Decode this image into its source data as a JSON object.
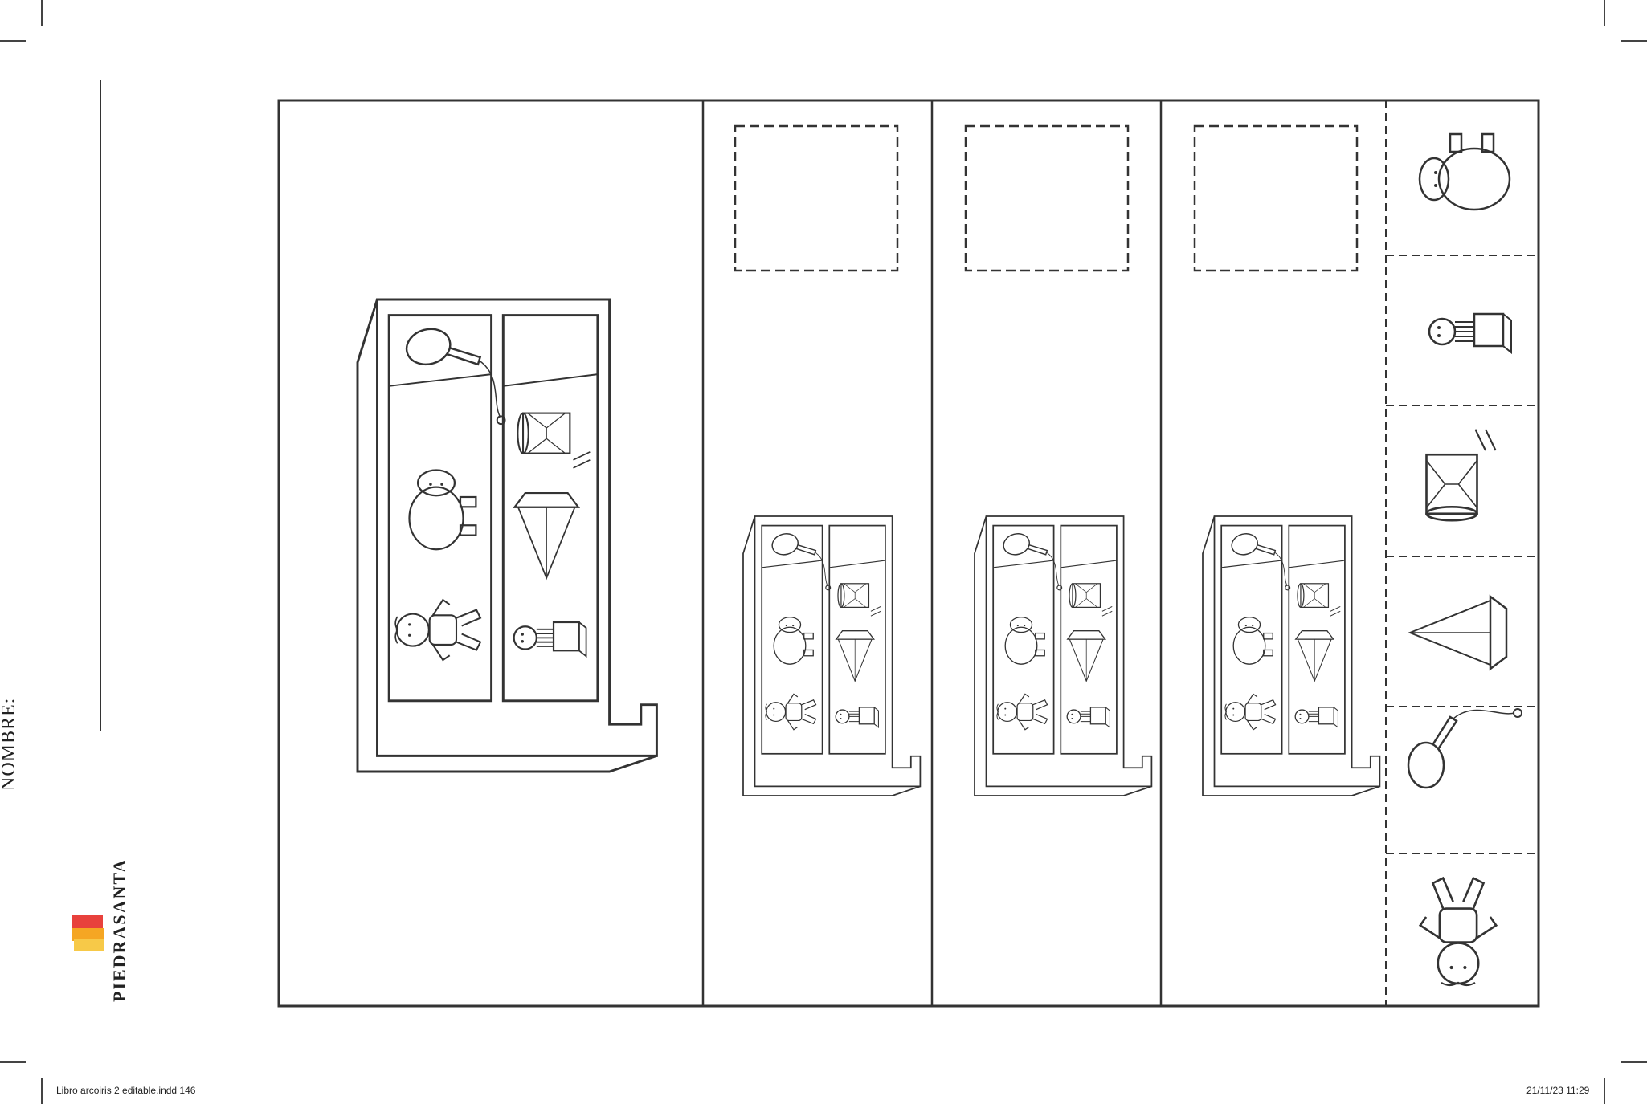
{
  "page": {
    "name_label": "NOMBRE:",
    "brand_name": "PIEDRASANTA"
  },
  "worksheet": {
    "panels": [
      {
        "id": "model",
        "description": "Librero modelo con juguetes"
      },
      {
        "id": "option-1"
      },
      {
        "id": "option-2"
      },
      {
        "id": "option-3"
      }
    ],
    "cutouts": [
      {
        "icon": "hippo-icon"
      },
      {
        "icon": "jack-in-the-box-icon"
      },
      {
        "icon": "drum-icon"
      },
      {
        "icon": "sailboat-icon"
      },
      {
        "icon": "paddle-ball-icon"
      },
      {
        "icon": "doll-icon"
      }
    ]
  },
  "footer": {
    "file_info": "Libro arcoiris 2 editable.indd   146",
    "timestamp": "21/11/23   11:29"
  },
  "colors": {
    "brand_red": "#e8413c",
    "brand_orange": "#f5a623",
    "brand_yellow": "#f7c948",
    "line": "#333333"
  }
}
